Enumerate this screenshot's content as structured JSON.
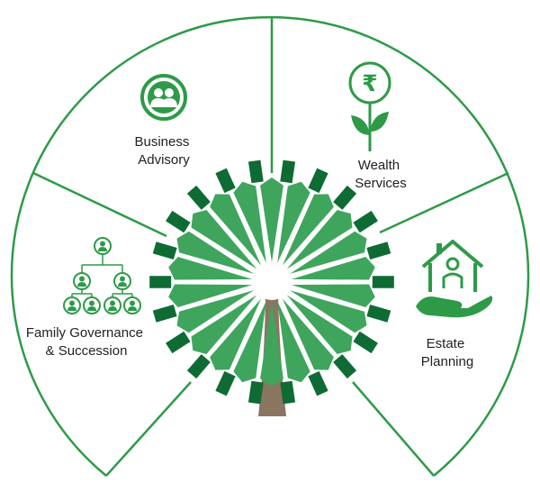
{
  "colors": {
    "accent": "#2e9a48",
    "leaf_light": "#3fa55d",
    "leaf_dark": "#0e6b33",
    "trunk": "#8a7560"
  },
  "segments": [
    {
      "id": "business-advisory",
      "icon": "two-people-icon",
      "label_lines": [
        "Business",
        "Advisory"
      ]
    },
    {
      "id": "wealth-services",
      "icon": "rupee-plant-icon",
      "label_lines": [
        "Wealth",
        "Services"
      ]
    },
    {
      "id": "estate-planning",
      "icon": "house-in-hand-icon",
      "label_lines": [
        "Estate",
        "Planning"
      ]
    },
    {
      "id": "family-governance",
      "icon": "family-tree-icon",
      "label_lines": [
        "Family Governance",
        "& Succession"
      ]
    }
  ]
}
